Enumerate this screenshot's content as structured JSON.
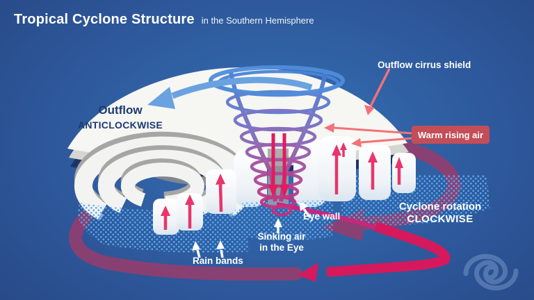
{
  "header": {
    "title": "Tropical Cyclone Structure",
    "subtitle": "in the Southern Hemisphere"
  },
  "shield": {
    "label": "Outflow",
    "direction": "ANTICLOCKWISE"
  },
  "annotations": {
    "cirrus_shield": "Outflow cirrus shield",
    "warm_rising_air": "Warm rising air",
    "rotation_label": "Cyclone rotation",
    "rotation_direction": "CLOCKWISE",
    "eye_wall": "Eye wall",
    "sinking_air_line1": "Sinking air",
    "sinking_air_line2": "in the Eye",
    "rain_bands": "Rain bands"
  },
  "colors": {
    "background_center": "#3670b6",
    "background_edge": "#1f3160",
    "cloud_white": "#f6f6f3",
    "navy_text": "#1d3a72",
    "outflow_arrow_blue": "#6aa2e0",
    "funnel_top_blue": "#4a84d8",
    "funnel_bottom_crimson": "#c52f7d",
    "rising_air_red": "#e8356b",
    "rotation_band_maroon": "#a03a68",
    "rotation_bright_crimson": "#d6195c",
    "warm_badge_red": "#c44d58",
    "pointer_salmon": "#f37179",
    "rain_dot_blue": "#57aaf0",
    "underside_navy": "#1d3566"
  },
  "logo": {
    "icon": "cyclone-swirl"
  }
}
